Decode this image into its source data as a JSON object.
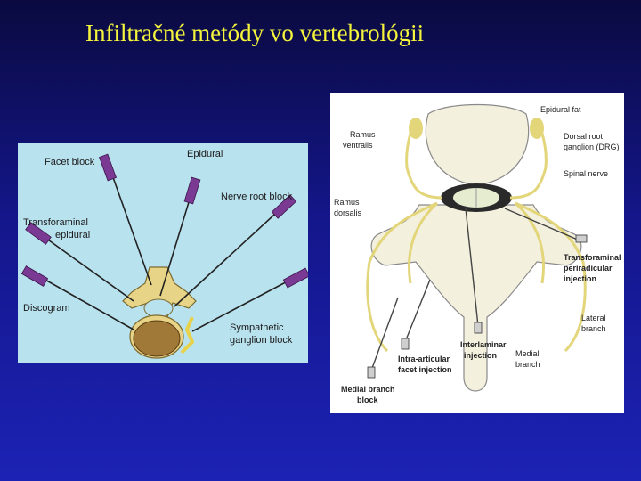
{
  "slide": {
    "title": "Infiltračné metódy vo vertebrológii",
    "colors": {
      "title": "#f4f43c",
      "background": "#1c22b4",
      "panel_left": "#b9e2ef",
      "nerve": "#f0e7a0",
      "needle_hub": "#7a3a94"
    }
  },
  "left_figure": {
    "labels": {
      "facet_block": "Facet block",
      "epidural": "Epidural",
      "nerve_root_block": "Nerve root block",
      "transforaminal_1": "Transforaminal",
      "transforaminal_2": "epidural",
      "discogram": "Discogram",
      "sympathetic_1": "Sympathetic",
      "sympathetic_2": "ganglion block"
    }
  },
  "right_figure": {
    "labels": {
      "epidural_fat": "Epidural fat",
      "ramus_ventralis_1": "Ramus",
      "ramus_ventralis_2": "ventralis",
      "dorsal_root_1": "Dorsal root",
      "dorsal_root_2": "ganglion (DRG)",
      "spinal_nerve": "Spinal nerve",
      "ramus_dorsalis_1": "Ramus",
      "ramus_dorsalis_2": "dorsalis",
      "transforaminal_1": "Transforaminal",
      "transforaminal_2": "periradicular",
      "transforaminal_3": "injection",
      "lateral_branch_1": "Lateral",
      "lateral_branch_2": "branch",
      "interlaminar_1": "Interlaminar",
      "interlaminar_2": "injection",
      "medial_branch_1": "Medial",
      "medial_branch_2": "branch",
      "intra_articular_1": "Intra-articular",
      "intra_articular_2": "facet injection",
      "medial_branch_block_1": "Medial branch",
      "medial_branch_block_2": "block"
    }
  }
}
